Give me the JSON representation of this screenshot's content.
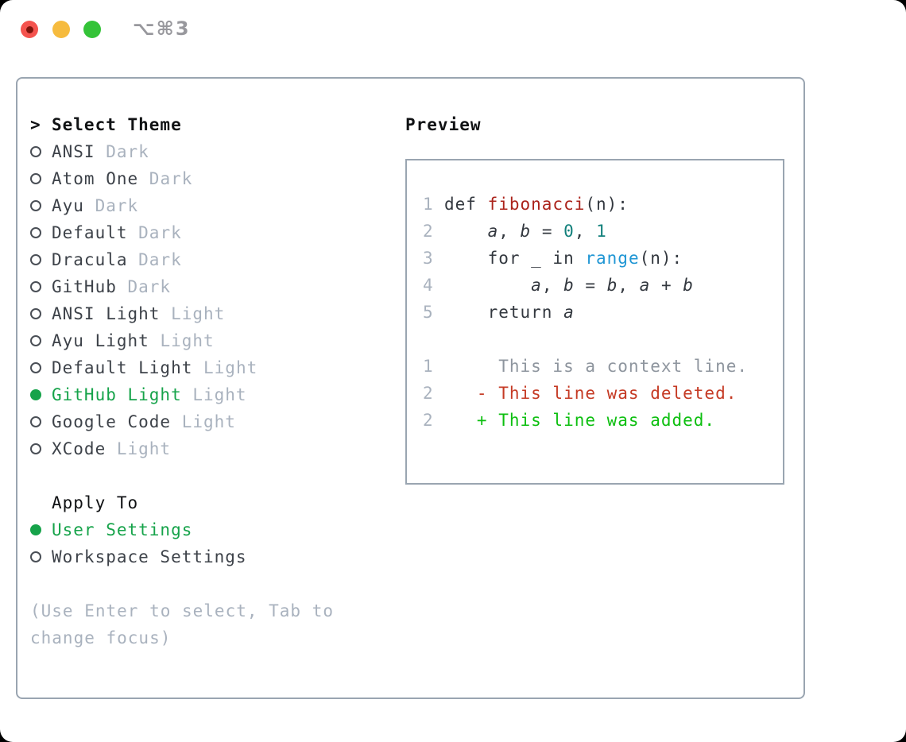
{
  "titlebar": {
    "shortcut": "⌥⌘3",
    "buttons": [
      {
        "name": "close",
        "color": "#f4534e",
        "dot": "#7e140c"
      },
      {
        "name": "minimize",
        "color": "#f6bb3e"
      },
      {
        "name": "zoom",
        "color": "#34c338"
      }
    ]
  },
  "theme_picker": {
    "prompt": ">",
    "heading": "Select Theme",
    "items": [
      {
        "name": "ANSI",
        "variant": "Dark",
        "selected": false
      },
      {
        "name": "Atom One",
        "variant": "Dark",
        "selected": false
      },
      {
        "name": "Ayu",
        "variant": "Dark",
        "selected": false
      },
      {
        "name": "Default",
        "variant": "Dark",
        "selected": false
      },
      {
        "name": "Dracula",
        "variant": "Dark",
        "selected": false
      },
      {
        "name": "GitHub",
        "variant": "Dark",
        "selected": false
      },
      {
        "name": "ANSI Light",
        "variant": "Light",
        "selected": false
      },
      {
        "name": "Ayu Light",
        "variant": "Light",
        "selected": false
      },
      {
        "name": "Default Light",
        "variant": "Light",
        "selected": false
      },
      {
        "name": "GitHub Light",
        "variant": "Light",
        "selected": true
      },
      {
        "name": "Google Code",
        "variant": "Light",
        "selected": false
      },
      {
        "name": "XCode",
        "variant": "Light",
        "selected": false
      }
    ],
    "apply_heading": "Apply To",
    "apply_options": [
      {
        "label": "User Settings",
        "selected": true
      },
      {
        "label": "Workspace Settings",
        "selected": false
      }
    ],
    "hint_lines": [
      "(Use Enter to select, Tab to",
      "change focus)"
    ]
  },
  "preview": {
    "heading": "Preview",
    "lines": [
      {
        "num": "1",
        "tokens": [
          {
            "t": "def ",
            "c": "code"
          },
          {
            "t": "fibonacci",
            "c": "func"
          },
          {
            "t": "(n):",
            "c": "code"
          }
        ]
      },
      {
        "num": "2",
        "tokens": [
          {
            "t": "    ",
            "c": "code"
          },
          {
            "t": "a",
            "c": "var"
          },
          {
            "t": ", ",
            "c": "code"
          },
          {
            "t": "b",
            "c": "var"
          },
          {
            "t": " = ",
            "c": "code"
          },
          {
            "t": "0",
            "c": "num"
          },
          {
            "t": ", ",
            "c": "code"
          },
          {
            "t": "1",
            "c": "num"
          }
        ]
      },
      {
        "num": "3",
        "tokens": [
          {
            "t": "    for _ in ",
            "c": "code"
          },
          {
            "t": "range",
            "c": "builtin"
          },
          {
            "t": "(n):",
            "c": "code"
          }
        ]
      },
      {
        "num": "4",
        "tokens": [
          {
            "t": "        ",
            "c": "code"
          },
          {
            "t": "a",
            "c": "var"
          },
          {
            "t": ", ",
            "c": "code"
          },
          {
            "t": "b",
            "c": "var"
          },
          {
            "t": " = ",
            "c": "code"
          },
          {
            "t": "b",
            "c": "var"
          },
          {
            "t": ", ",
            "c": "code"
          },
          {
            "t": "a",
            "c": "var"
          },
          {
            "t": " + ",
            "c": "code"
          },
          {
            "t": "b",
            "c": "var"
          }
        ]
      },
      {
        "num": "5",
        "tokens": [
          {
            "t": "    return ",
            "c": "code"
          },
          {
            "t": "a",
            "c": "var"
          }
        ]
      },
      {
        "num": "",
        "tokens": []
      },
      {
        "num": "1",
        "kind": "ctx",
        "text": "     This is a context line."
      },
      {
        "num": "2",
        "kind": "del",
        "text": "   - This line was deleted."
      },
      {
        "num": "2",
        "kind": "add",
        "text": "   + This line was added."
      }
    ]
  },
  "colors": {
    "border": "#9aa5b1",
    "shortcut": "#98989d",
    "heading": "#101214",
    "item": "#3d4249",
    "muted": "#a9b2be",
    "radio": "#4a4f56",
    "accent": "#16a34a",
    "code": "#33383f",
    "func": "#ab231b",
    "num": "#12807b",
    "builtin": "#2096d4",
    "lineno": "#a9b2be",
    "ctx": "#8e959e",
    "del": "#c53a24",
    "add": "#0dbf10"
  }
}
